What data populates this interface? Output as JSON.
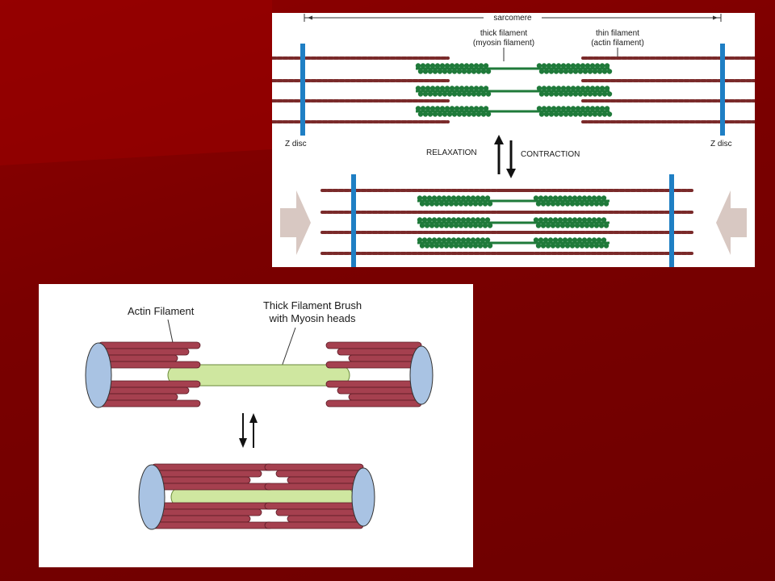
{
  "slide": {
    "background_color": "#7a0000",
    "accent_band_color": "#990000"
  },
  "top_diagram": {
    "sarcomere_label": "sarcomere",
    "thick_filament_label_line1": "thick filament",
    "thick_filament_label_line2": "(myosin filament)",
    "thin_filament_label_line1": "thin filament",
    "thin_filament_label_line2": "(actin filament)",
    "z_disc_left_label": "Z disc",
    "z_disc_right_label": "Z disc",
    "relaxation_label": "RELAXATION",
    "contraction_label": "CONTRACTION",
    "colors": {
      "z_disc": "#1f7fc4",
      "actin": "#7a2a2a",
      "myosin": "#1f7a3a",
      "arrow": "#d8c8c2"
    }
  },
  "bottom_diagram": {
    "actin_label": "Actin Filament",
    "thick_label_line1": "Thick Filament Brush",
    "thick_label_line2": "with Myosin heads",
    "colors": {
      "actin_rod": "#a5404f",
      "thick_rod": "#cfe7a0",
      "end_cap": "#a9c3e3"
    }
  }
}
